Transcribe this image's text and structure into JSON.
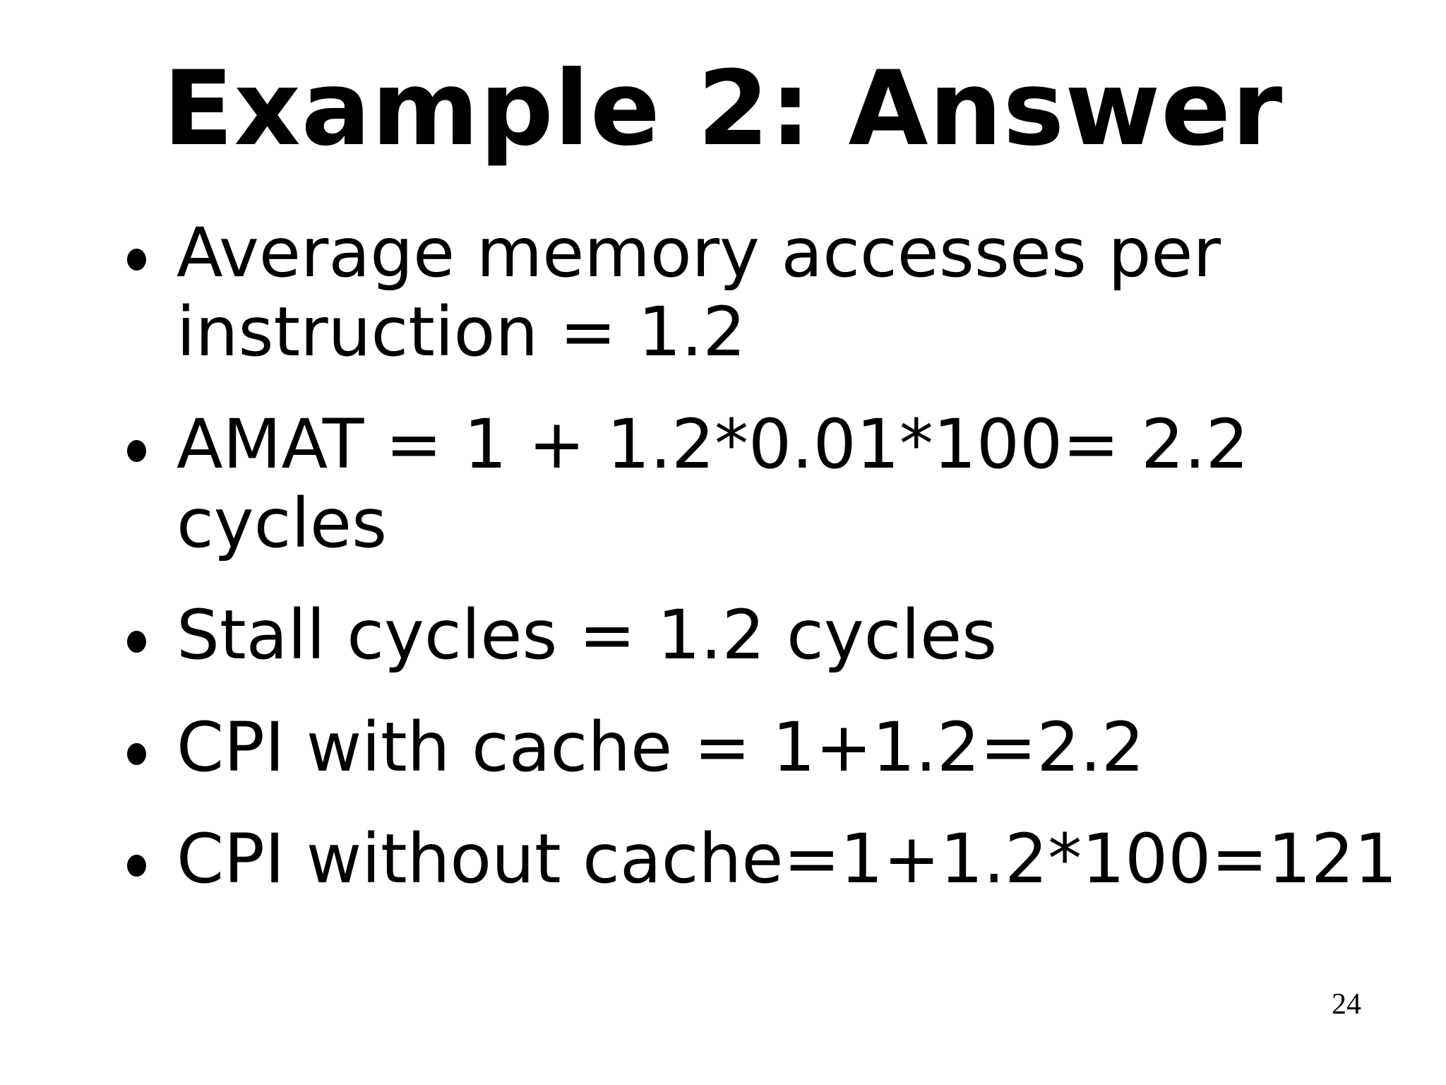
{
  "slide": {
    "title": "Example 2:  Answer",
    "bullets": [
      {
        "lines": [
          "Average memory accesses per",
          "instruction = 1.2"
        ]
      },
      {
        "lines": [
          "AMAT = 1 + 1.2*0.01*100= 2.2",
          "cycles"
        ]
      },
      {
        "lines": [
          "Stall cycles = 1.2 cycles"
        ]
      },
      {
        "lines": [
          "CPI with cache = 1+1.2=2.2"
        ]
      },
      {
        "lines": [
          "CPI without cache=1+1.2*100=121"
        ]
      }
    ],
    "page_number": "24",
    "colors": {
      "background": "#ffffff",
      "text": "#000000"
    }
  }
}
